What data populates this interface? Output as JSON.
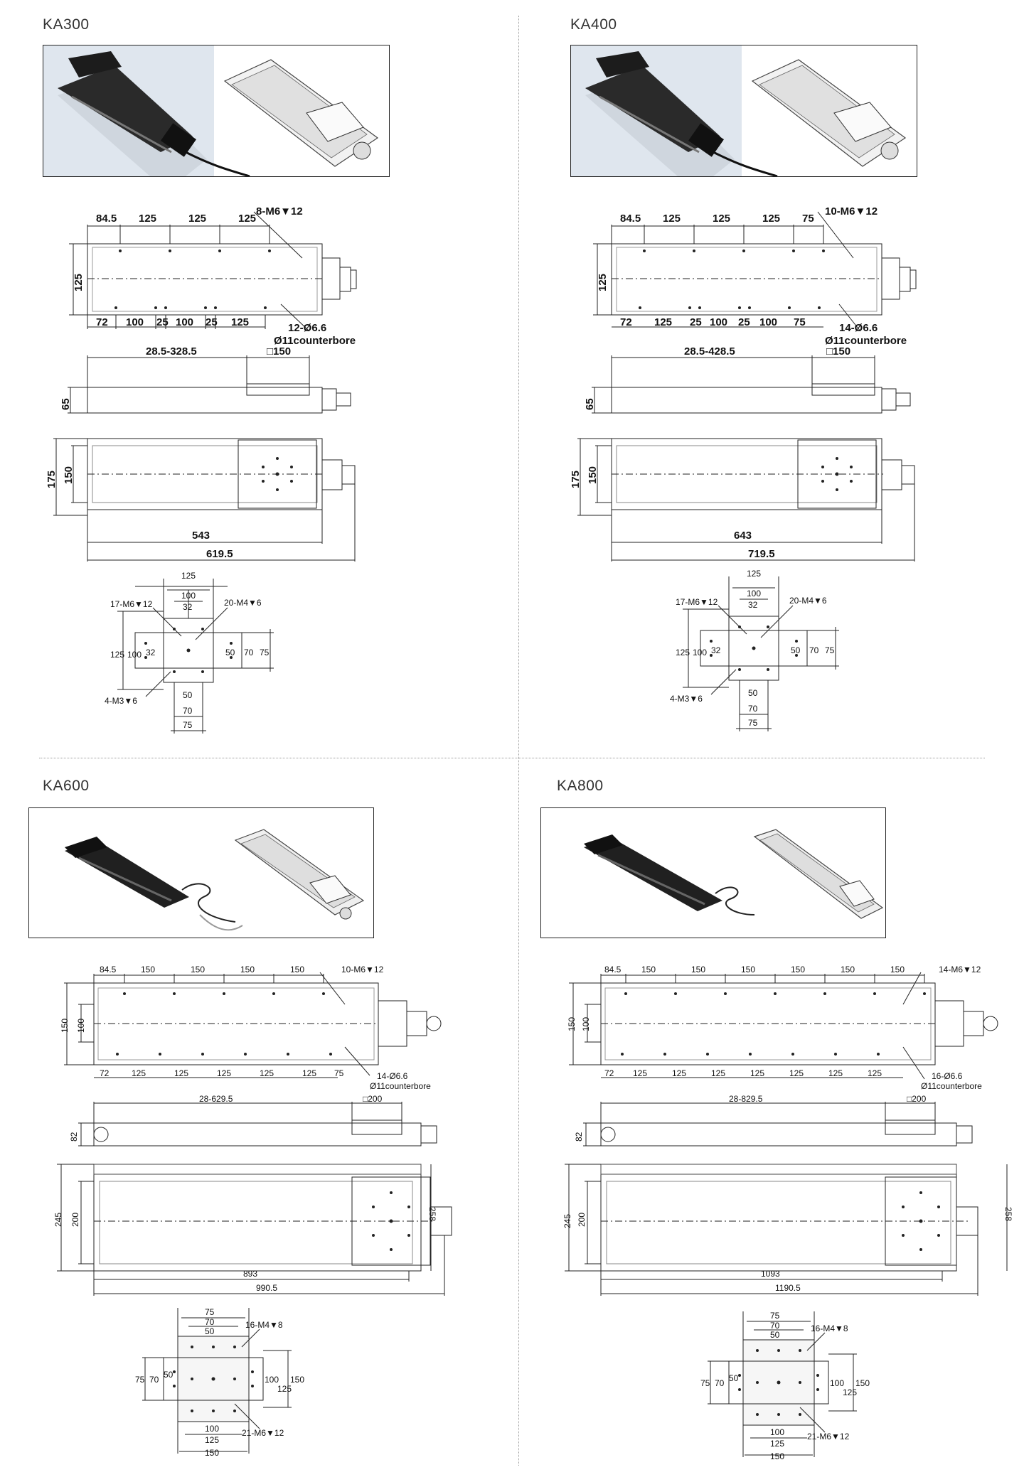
{
  "models": [
    {
      "title": "KA300",
      "top_view": {
        "pitch_top": [
          "84.5",
          "125",
          "125",
          "125"
        ],
        "pitch_bottom": [
          "72",
          "100",
          "25",
          "100",
          "25",
          "125"
        ],
        "height": "125",
        "tapped_holes": "8-M6▼12",
        "through_holes": "12-Ø6.6",
        "counterbore": "Ø11counterbore"
      },
      "side_view": {
        "stroke": "28.5-328.5",
        "carriage": "□150",
        "height": "65"
      },
      "plan_view": {
        "outer_width": "175",
        "inner_width": "150",
        "body_length": "543",
        "overall_length": "619.5"
      },
      "carriage_plate": {
        "top": [
          "125",
          "100",
          "32"
        ],
        "left": [
          "125",
          "100",
          "32"
        ],
        "right": [
          "50",
          "70",
          "75"
        ],
        "bottom": [
          "50",
          "70",
          "75"
        ],
        "callout_a": "17-M6▼12",
        "callout_b": "20-M4▼6",
        "callout_c": "4-M3▼6"
      }
    },
    {
      "title": "KA400",
      "top_view": {
        "pitch_top": [
          "84.5",
          "125",
          "125",
          "125",
          "75"
        ],
        "pitch_bottom": [
          "72",
          "125",
          "25",
          "100",
          "25",
          "100",
          "75"
        ],
        "height": "125",
        "tapped_holes": "10-M6▼12",
        "through_holes": "14-Ø6.6",
        "counterbore": "Ø11counterbore"
      },
      "side_view": {
        "stroke": "28.5-428.5",
        "carriage": "□150",
        "height": "65"
      },
      "plan_view": {
        "outer_width": "175",
        "inner_width": "150",
        "body_length": "643",
        "overall_length": "719.5"
      },
      "carriage_plate": {
        "top": [
          "125",
          "100",
          "32"
        ],
        "left": [
          "125",
          "100",
          "32"
        ],
        "right": [
          "50",
          "70",
          "75"
        ],
        "bottom": [
          "50",
          "70",
          "75"
        ],
        "callout_a": "17-M6▼12",
        "callout_b": "20-M4▼6",
        "callout_c": "4-M3▼6"
      }
    },
    {
      "title": "KA600",
      "top_view": {
        "pitch_top": [
          "84.5",
          "150",
          "150",
          "150",
          "150"
        ],
        "pitch_bottom": [
          "72",
          "125",
          "125",
          "125",
          "125",
          "125",
          "75"
        ],
        "height": "150",
        "inner_height": "100",
        "tapped_holes": "10-M6▼12",
        "through_holes": "14-Ø6.6",
        "counterbore": "Ø11counterbore"
      },
      "side_view": {
        "stroke": "28-629.5",
        "carriage": "□200",
        "height": "82"
      },
      "plan_view": {
        "outer_width": "245",
        "inner_width": "200",
        "right_height": "258",
        "body_length": "893",
        "overall_length": "990.5"
      },
      "carriage_plate": {
        "top": [
          "75",
          "70",
          "50"
        ],
        "left": [
          "75",
          "70",
          "50"
        ],
        "right": [
          "100",
          "125",
          "150"
        ],
        "bottom": [
          "100",
          "125",
          "150"
        ],
        "callout_a": "16-M4▼8",
        "callout_b": "21-M6▼12"
      }
    },
    {
      "title": "KA800",
      "top_view": {
        "pitch_top": [
          "84.5",
          "150",
          "150",
          "150",
          "150",
          "150",
          "150"
        ],
        "pitch_bottom": [
          "72",
          "125",
          "125",
          "125",
          "125",
          "125",
          "125",
          "125"
        ],
        "height": "150",
        "inner_height": "100",
        "tapped_holes": "14-M6▼12",
        "through_holes": "16-Ø6.6",
        "counterbore": "Ø11counterbore"
      },
      "side_view": {
        "stroke": "28-829.5",
        "carriage": "□200",
        "height": "82"
      },
      "plan_view": {
        "outer_width": "245",
        "inner_width": "200",
        "right_height": "258",
        "body_length": "1093",
        "overall_length": "1190.5"
      },
      "carriage_plate": {
        "top": [
          "75",
          "70",
          "50"
        ],
        "left": [
          "75",
          "70",
          "50"
        ],
        "right": [
          "100",
          "125",
          "150"
        ],
        "bottom": [
          "100",
          "125",
          "150"
        ],
        "callout_a": "16-M4▼8",
        "callout_b": "21-M6▼12"
      }
    }
  ]
}
